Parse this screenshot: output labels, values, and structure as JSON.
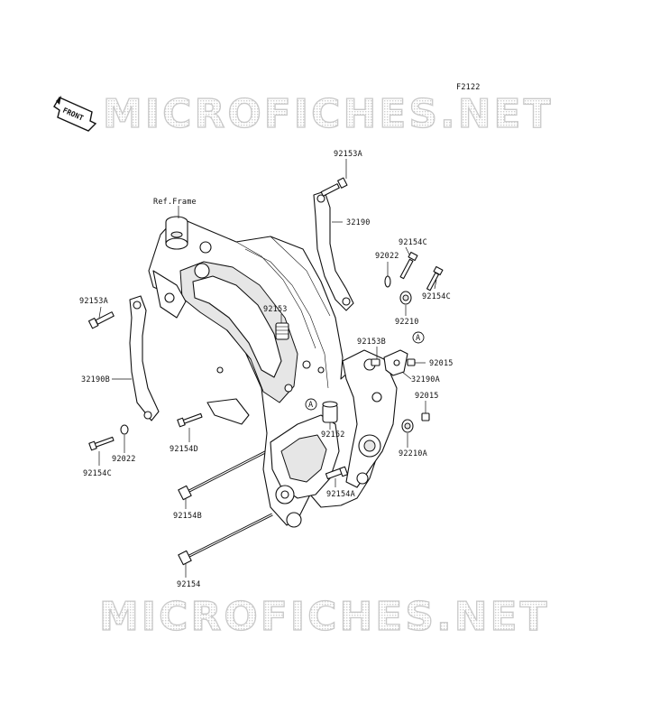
{
  "diagram": {
    "code": "F2122",
    "front_arrow_text": "FRONT",
    "watermark": "MICROFICHES.NET",
    "ref_label": "Ref.Frame",
    "callout_letter": "A",
    "parts": [
      {
        "id": "p92153A_top",
        "label": "92153A"
      },
      {
        "id": "p32190",
        "label": "32190"
      },
      {
        "id": "p92154C_a",
        "label": "92154C"
      },
      {
        "id": "p92022_r",
        "label": "92022"
      },
      {
        "id": "p92154C_b",
        "label": "92154C"
      },
      {
        "id": "p92210",
        "label": "92210"
      },
      {
        "id": "p92153",
        "label": "92153"
      },
      {
        "id": "p92153B",
        "label": "92153B"
      },
      {
        "id": "p92015_a",
        "label": "92015"
      },
      {
        "id": "p32190A",
        "label": "32190A"
      },
      {
        "id": "p92015_b",
        "label": "92015"
      },
      {
        "id": "p92152",
        "label": "92152"
      },
      {
        "id": "p92210A",
        "label": "92210A"
      },
      {
        "id": "p92154A",
        "label": "92154A"
      },
      {
        "id": "p92153A_left",
        "label": "92153A"
      },
      {
        "id": "p32190B",
        "label": "32190B"
      },
      {
        "id": "p92154D",
        "label": "92154D"
      },
      {
        "id": "p92022_l",
        "label": "92022"
      },
      {
        "id": "p92154C_l",
        "label": "92154C"
      },
      {
        "id": "p92154B",
        "label": "92154B"
      },
      {
        "id": "p92154",
        "label": "92154"
      }
    ]
  }
}
